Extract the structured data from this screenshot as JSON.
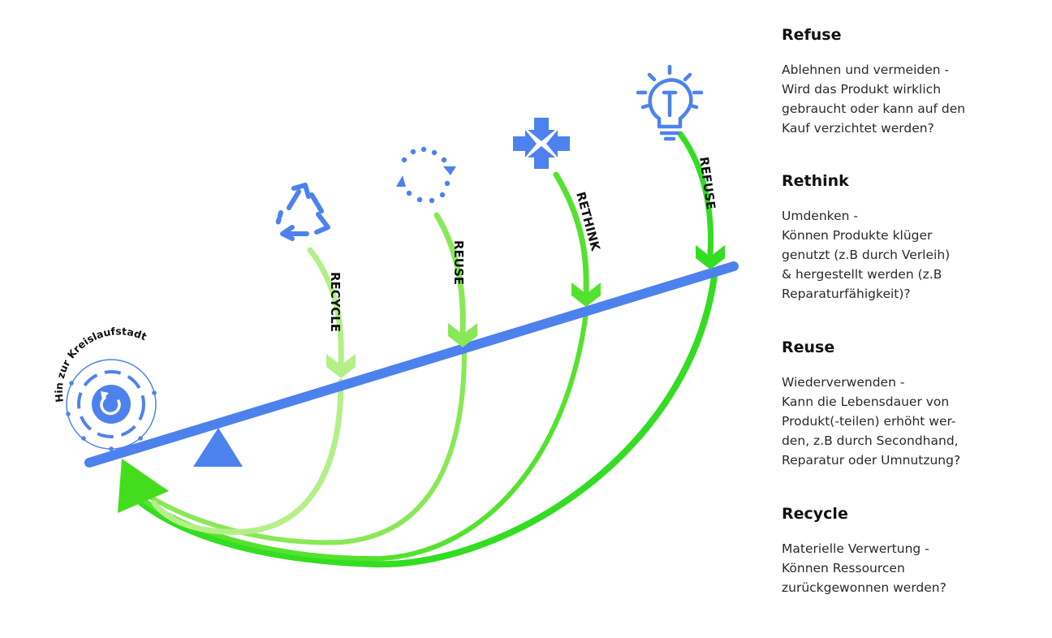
{
  "diagram": {
    "circle_label": "Hin zur Kreislaufstadt",
    "arrow_labels": {
      "recycle": "RECYCLE",
      "reuse": "REUSE",
      "rethink": "RETHINK",
      "refuse": "REFUSE"
    },
    "icons": {
      "recycle": "recycle-icon",
      "reuse": "reuse-cycle-icon",
      "rethink": "converging-arrows-icon",
      "refuse": "lightbulb-icon",
      "circle": "circular-arrow-icon"
    },
    "colors": {
      "beam": "#4d82ee",
      "fulcrum": "#4d82ee",
      "green_dark": "#33dd22",
      "green_mid": "#66e633",
      "green_light": "#aaee77",
      "icon_blue": "#4d82ee"
    }
  },
  "panel": {
    "sections": [
      {
        "title": "Refuse",
        "text": "Ablehnen und vermeiden  -\nWird das Produkt wirklich\ngebraucht oder kann auf den\nKauf verzichtet werden?"
      },
      {
        "title": "Rethink",
        "text": "Umdenken -\nKönnen Produkte klüger\ngenutzt (z.B durch Verleih)\n& hergestellt werden (z.B\nReparaturfähigkeit)?"
      },
      {
        "title": "Reuse",
        "text": "Wiederverwenden -\nKann die Lebensdauer von\nProdukt(-teilen) erhöht wer-\nden, z.B durch Secondhand,\nReparatur oder Umnutzung?"
      },
      {
        "title": "Recycle",
        "text": "Materielle Verwertung -\nKönnen Ressourcen\nzurückgewonnen werden?"
      }
    ]
  }
}
